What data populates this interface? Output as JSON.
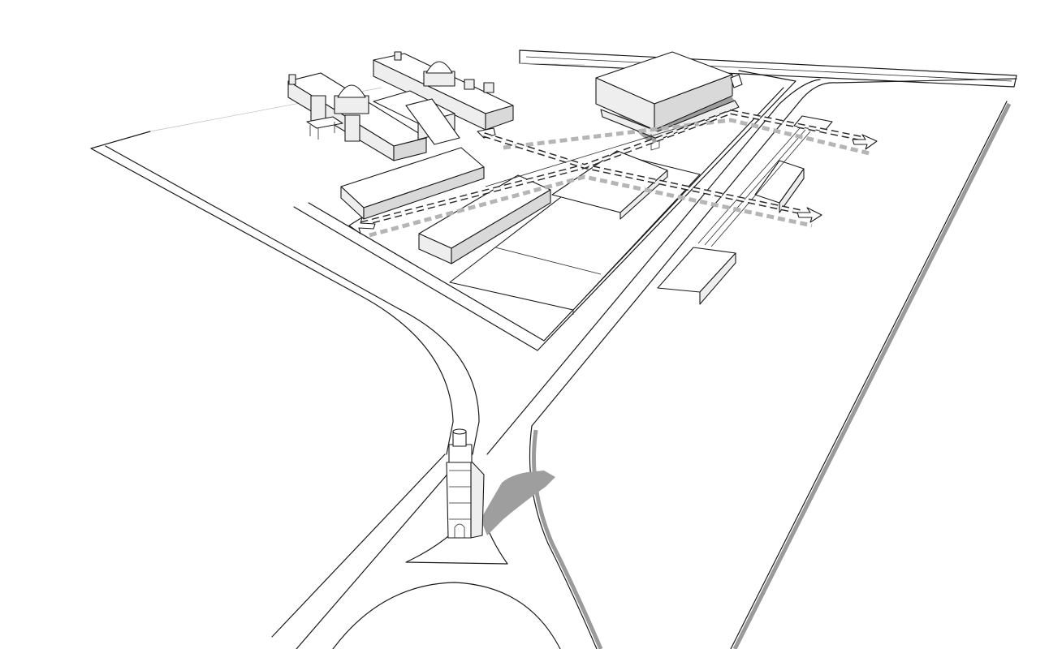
{
  "scene": {
    "kind": "axonometric site sketch",
    "palette": {
      "background": "#ffffff",
      "linework": "#1a1a1a",
      "shadow": "#9e9e9e",
      "side_face": "#eeeeee"
    },
    "elements": [
      "road-network",
      "roundabout",
      "clock-tower",
      "site-plot",
      "domed-buildings",
      "main-block",
      "low-blocks",
      "circulation-paths",
      "direction-arrows",
      "platforms"
    ]
  }
}
